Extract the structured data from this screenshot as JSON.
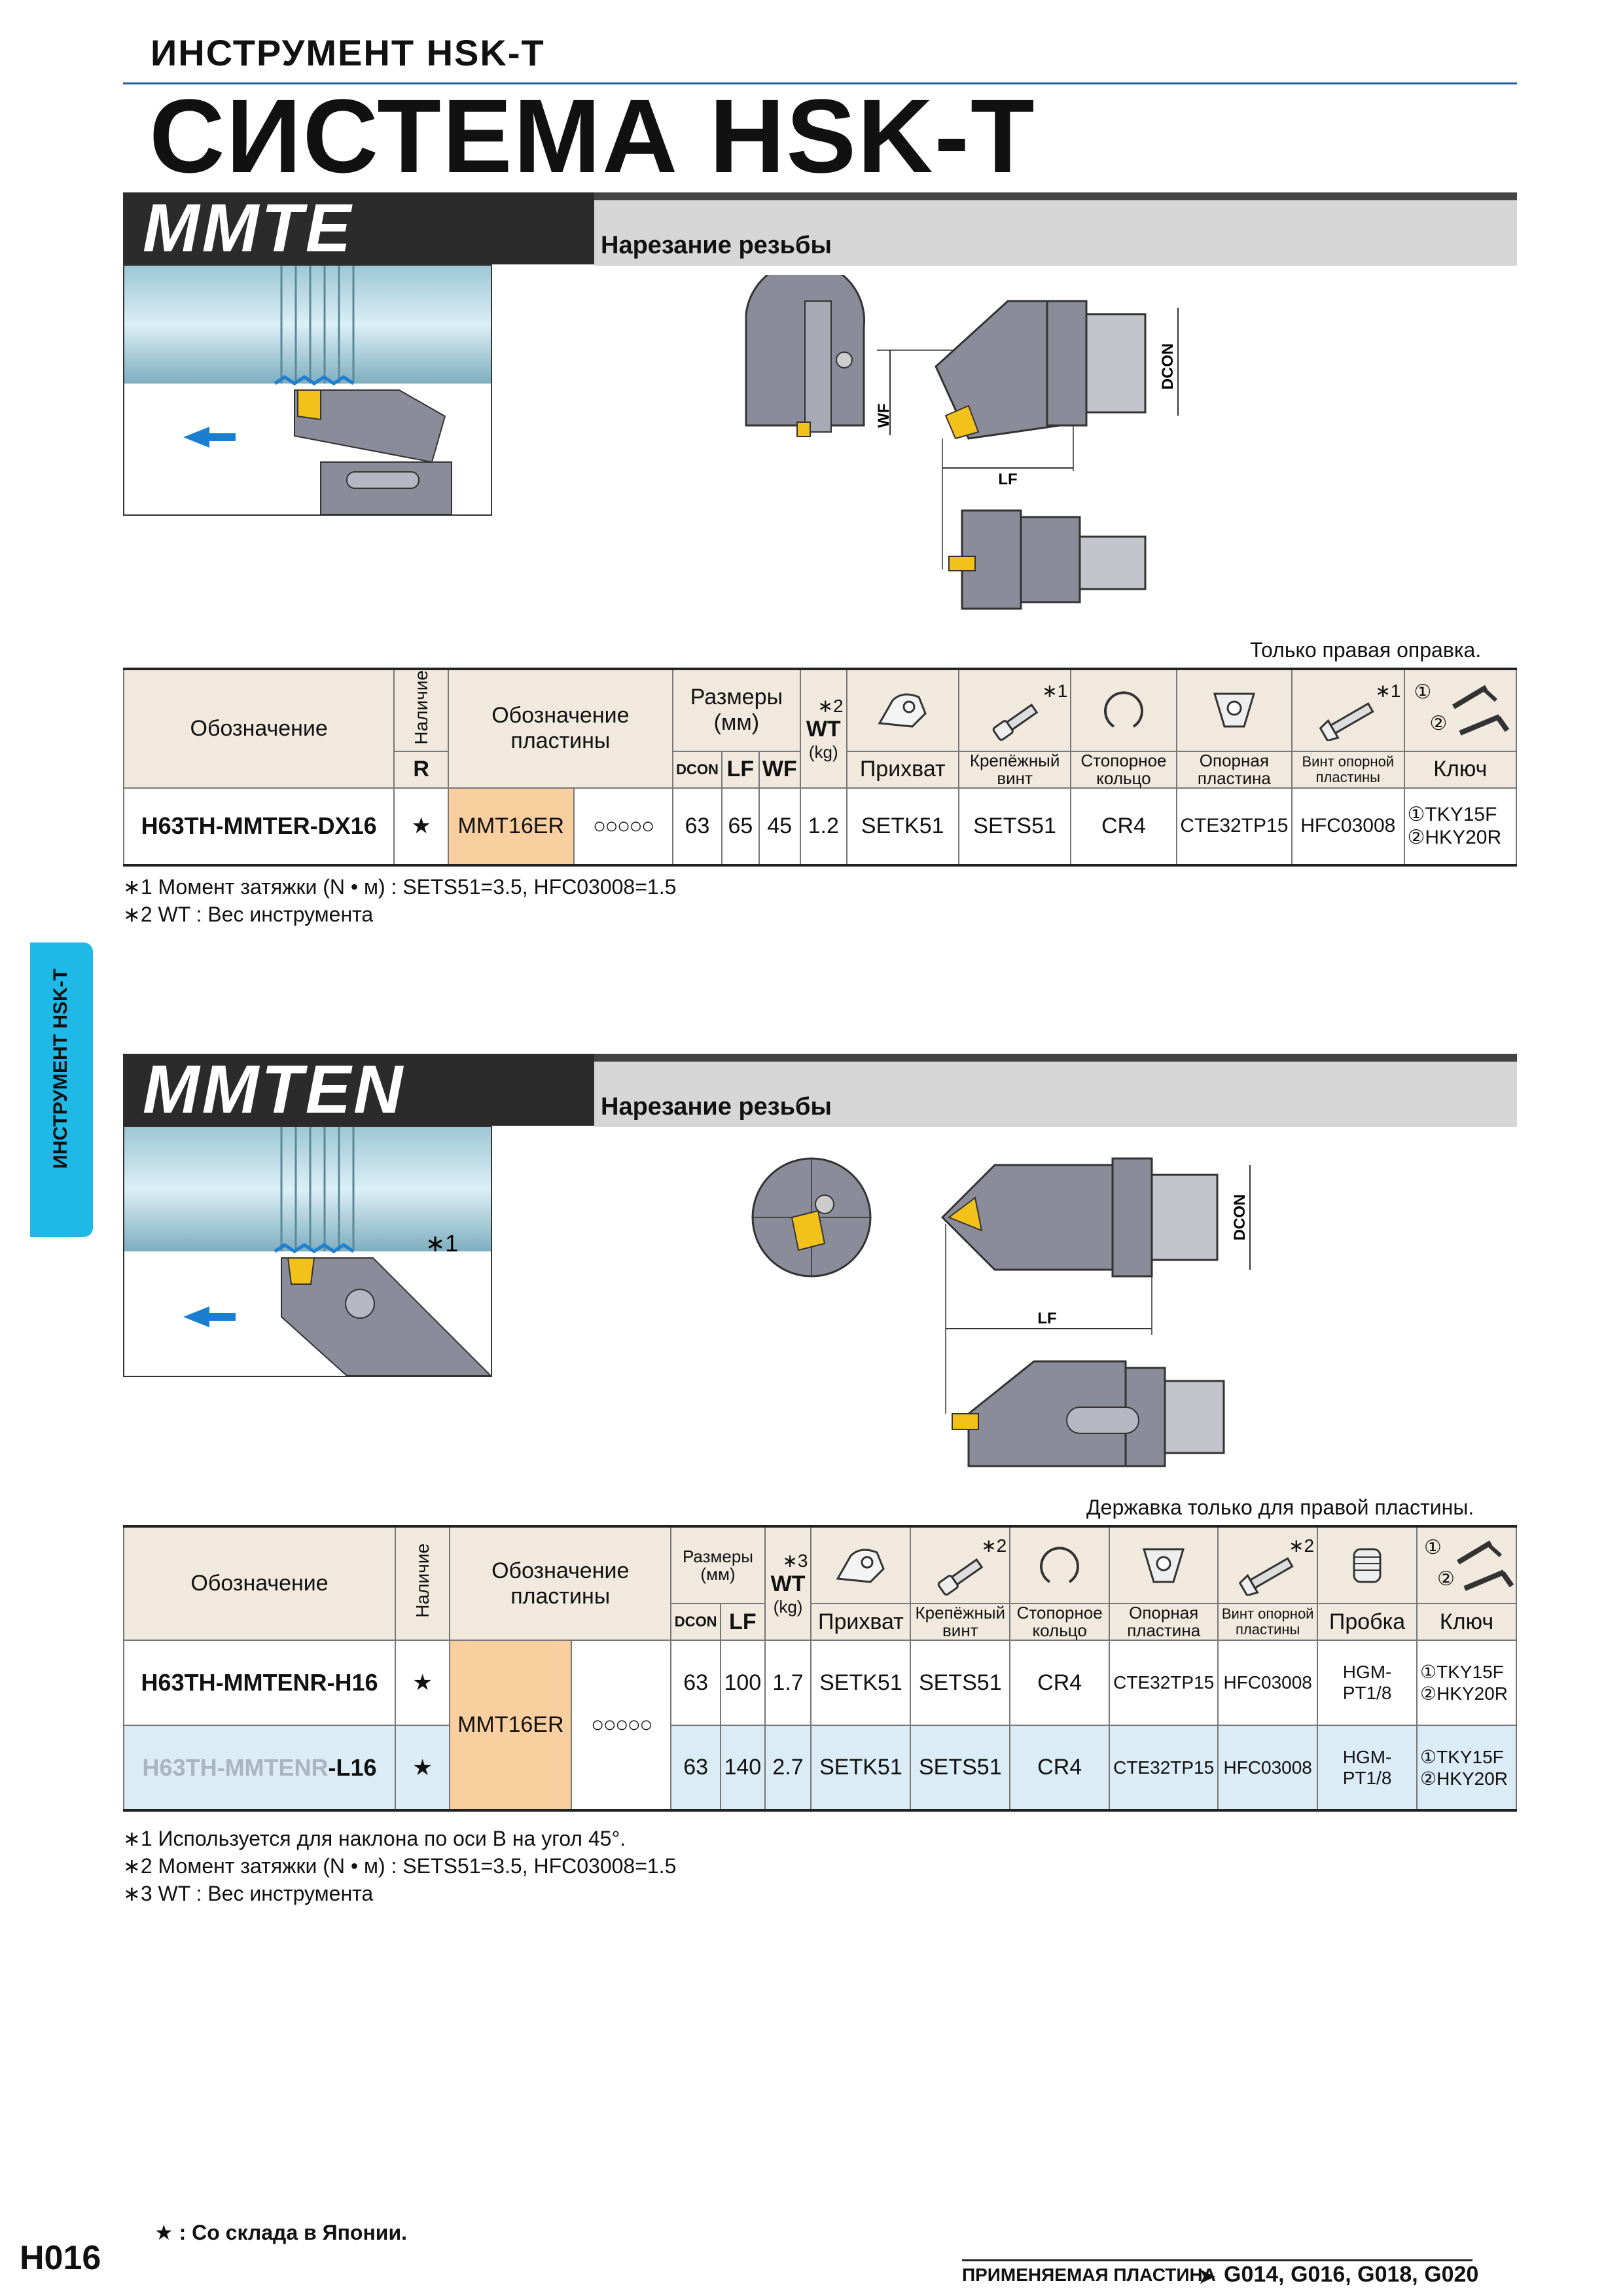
{
  "header": {
    "category": "ИНСТРУМЕНТ HSK-T",
    "title": "СИСТЕМА HSK-T"
  },
  "side_tab": "ИНСТРУМЕНТ HSK-T",
  "page_number": "H016",
  "footer": {
    "stock_note": "★ : Со склада в Японии.",
    "applicable_label": "ПРИМЕНЯЕМАЯ ПЛАСТИНА",
    "applicable_pages": "G014, G016, G018, G020"
  },
  "section1": {
    "name": "MMTE",
    "subtitle": "Нарезание резьбы",
    "dims": {
      "dcon": "DCON",
      "wf": "WF",
      "lf": "LF"
    },
    "note_right": "Только правая оправка.",
    "headers": {
      "designation": "Обозначение",
      "availability": "Наличие",
      "insert": "Обозначение пластины",
      "sizes": "Размеры (мм)",
      "wt": "WT",
      "wt_unit": "(kg)",
      "wt_mark": "∗2",
      "dcon": "DCON",
      "lf": "LF",
      "wf": "WF",
      "r": "R",
      "clamp": "Прихват",
      "screw": "Крепёжный винт",
      "screw_mark": "∗1",
      "ring": "Стопорное кольцо",
      "shim": "Опорная пластина",
      "shim_screw": "Винт опорной пластины",
      "shim_screw_mark": "∗1",
      "key": "Ключ",
      "key_mark1": "①",
      "key_mark2": "②"
    },
    "rows": [
      {
        "code": "H63TH-MMTER-DX16",
        "stock": "★",
        "insert": "MMT16ER",
        "insert_marks": "○○○○○",
        "dcon": "63",
        "lf": "65",
        "wf": "45",
        "wt": "1.2",
        "clamp": "SETK51",
        "screw": "SETS51",
        "ring": "CR4",
        "shim": "CTE32TP15",
        "shim_screw": "HFC03008",
        "key1": "①TKY15F",
        "key2": "②HKY20R"
      }
    ],
    "footnotes": [
      "∗1 Момент затяжки (N • м) : SETS51=3.5, HFC03008=1.5",
      "∗2 WT : Вес инструмента"
    ]
  },
  "section2": {
    "name": "MMTEN",
    "subtitle": "Нарезание резьбы",
    "photo_mark": "∗1",
    "dims": {
      "dcon": "DCON",
      "lf": "LF"
    },
    "note_right": "Державка только для правой пластины.",
    "headers": {
      "designation": "Обозначение",
      "availability": "Наличие",
      "insert": "Обозначение пластины",
      "sizes": "Размеры (мм)",
      "wt": "WT",
      "wt_unit": "(kg)",
      "wt_mark": "∗3",
      "dcon": "DCON",
      "lf": "LF",
      "clamp": "Прихват",
      "screw": "Крепёжный винт",
      "screw_mark": "∗2",
      "ring": "Стопорное кольцо",
      "shim": "Опорная пластина",
      "shim_screw": "Винт опорной пластины",
      "shim_screw_mark": "∗2",
      "plug": "Пробка",
      "key": "Ключ",
      "key_mark1": "①",
      "key_mark2": "②"
    },
    "insert": "MMT16ER",
    "insert_marks": "○○○○○",
    "rows": [
      {
        "code": "H63TH-MMTENR-H16",
        "stock": "★",
        "dcon": "63",
        "lf": "100",
        "wt": "1.7",
        "clamp": "SETK51",
        "screw": "SETS51",
        "ring": "CR4",
        "shim": "CTE32TP15",
        "shim_screw": "HFC03008",
        "plug": "HGM-PT1/8",
        "key1": "①TKY15F",
        "key2": "②HKY20R"
      },
      {
        "code_prefix": "H63TH-MMTENR",
        "code_suffix": "-L16",
        "stock": "★",
        "dcon": "63",
        "lf": "140",
        "wt": "2.7",
        "clamp": "SETK51",
        "screw": "SETS51",
        "ring": "CR4",
        "shim": "CTE32TP15",
        "shim_screw": "HFC03008",
        "plug": "HGM-PT1/8",
        "key1": "①TKY15F",
        "key2": "②HKY20R"
      }
    ],
    "footnotes": [
      "∗1 Используется для наклона по оси B на угол 45°.",
      "∗2 Момент затяжки (N • м) : SETS51=3.5, HFC03008=1.5",
      "∗3 WT : Вес инструмента"
    ]
  },
  "colors": {
    "accent_blue": "#1f5aa6",
    "side_tab": "#1fb9e8",
    "banner": "#2b2b2b",
    "insert_fill": "#f9cfa0",
    "header_fill": "#f2e9de",
    "row_highlight": "#dbecf7"
  }
}
